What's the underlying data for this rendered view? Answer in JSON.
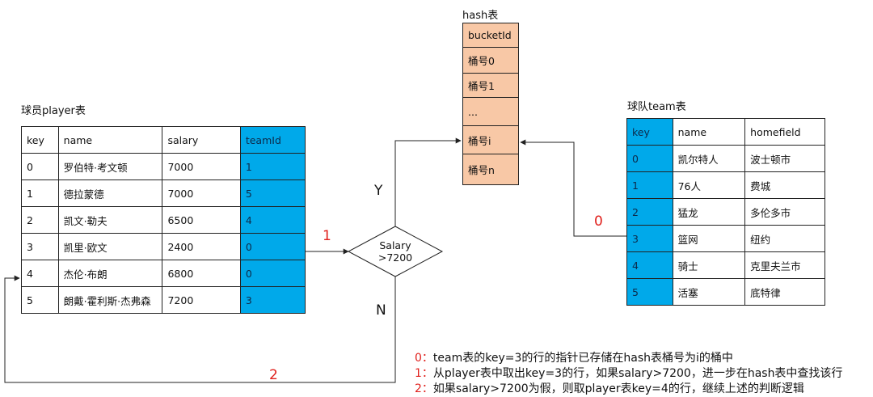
{
  "player": {
    "caption": "球员player表",
    "headers": [
      "key",
      "name",
      "salary",
      "teamId"
    ],
    "rows": [
      [
        "0",
        "罗伯特·考文顿",
        "7000",
        "1"
      ],
      [
        "1",
        "德拉蒙德",
        "7000",
        "5"
      ],
      [
        "2",
        "凯文·勒夫",
        "6500",
        "4"
      ],
      [
        "3",
        "凯里·欧文",
        "2400",
        "0"
      ],
      [
        "4",
        "杰伦·布朗",
        "6800",
        "0"
      ],
      [
        "5",
        "朗戴·霍利斯·杰弗森",
        "7200",
        "3"
      ]
    ]
  },
  "hash": {
    "caption": "hash表",
    "cells": [
      "bucketId",
      "桶号0",
      "桶号1",
      "...",
      "桶号i",
      "桶号n"
    ]
  },
  "team": {
    "caption": "球队team表",
    "headers": [
      "key",
      "name",
      "homefield"
    ],
    "rows": [
      [
        "0",
        "凯尔特人",
        "波士顿市"
      ],
      [
        "1",
        "76人",
        "费城"
      ],
      [
        "2",
        "猛龙",
        "多伦多市"
      ],
      [
        "3",
        "篮网",
        "纽约"
      ],
      [
        "4",
        "骑士",
        "克里夫兰市"
      ],
      [
        "5",
        "活塞",
        "底特律"
      ]
    ]
  },
  "decision": {
    "line1": "Salary",
    "line2": ">7200"
  },
  "branch_labels": {
    "yes": "Y",
    "no": "N"
  },
  "step_labels": {
    "s0": "0",
    "s1": "1",
    "s2": "2"
  },
  "legend": [
    {
      "num": "0：",
      "text": "team表的key=3的行的指针已存储在hash表桶号为i的桶中"
    },
    {
      "num": "1：",
      "text": "从player表中取出key=3的行，如果salary>7200，进一步在hash表中查找该行"
    },
    {
      "num": "2：",
      "text": "如果salary>7200为假，则取player表key=4的行，继续上述的判断逻辑"
    }
  ],
  "colors": {
    "highlight": "#00a9ea",
    "hash_fill": "#f8c8a6",
    "step_number": "#e0201c"
  }
}
